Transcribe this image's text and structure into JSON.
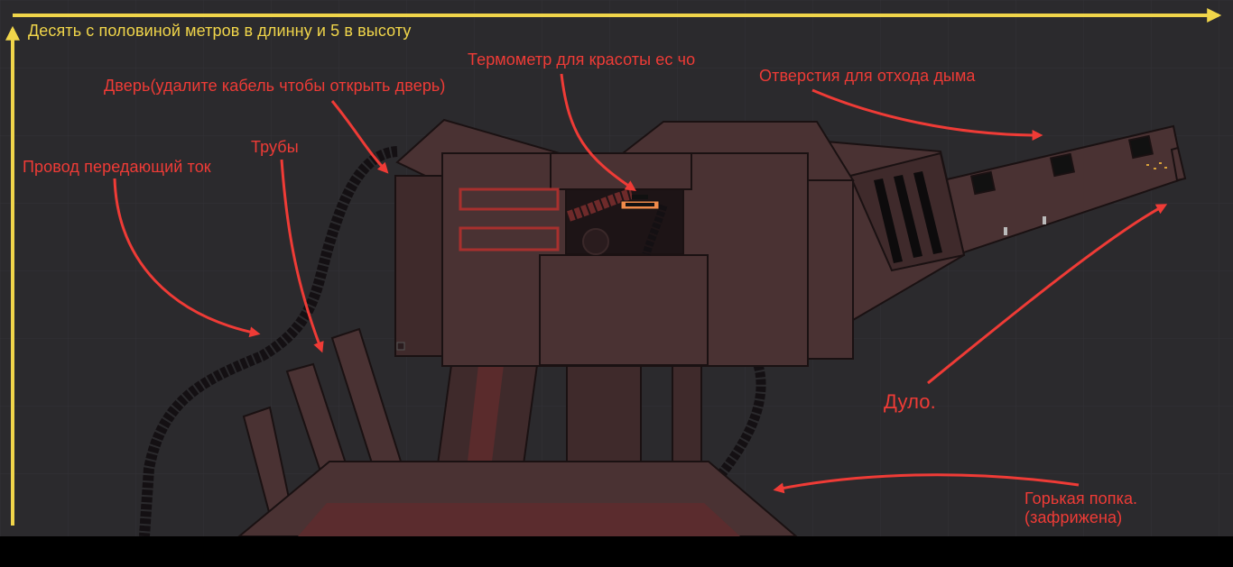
{
  "colors": {
    "background": "#2b2a2d",
    "grid": "#333236",
    "machine_fill": "#4a3233",
    "machine_dark": "#3e292a",
    "machine_outline": "#1a1112",
    "cable": "#141013",
    "annotation_red": "#ef3b36",
    "dimension_yellow": "#f0d54a"
  },
  "dimensions_label": "Десять с половиной метров в длинну и 5 в высоту",
  "annotations": {
    "door": "Дверь(удалите кабель чтобы открыть дверь)",
    "thermometer": "Термометр для красоты ес чо",
    "smoke_holes": "Отверстия для отхода дыма",
    "pipes": "Трубы",
    "wire": "Провод передающий ток",
    "barrel": "Дуло.",
    "hopper": "Горькая попка.\n(зафрижена)"
  },
  "icons": {
    "dimension_arrows": "arrow-icon",
    "annotation_arrows": "curved-arrow-icon"
  }
}
